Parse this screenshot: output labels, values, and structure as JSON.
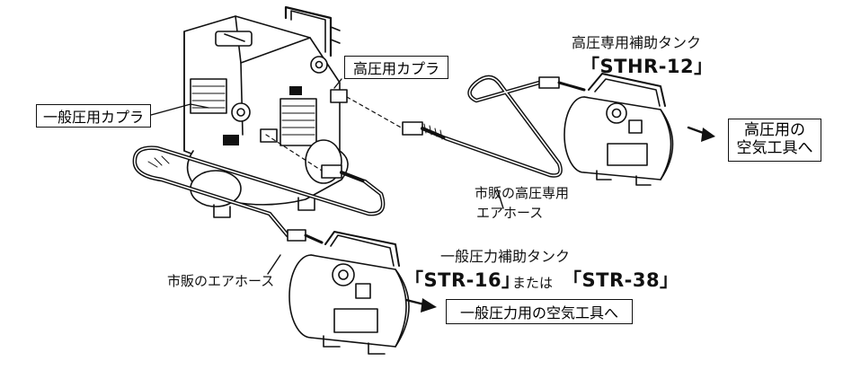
{
  "labels": {
    "general_coupler": "一般圧用カプラ",
    "high_coupler": "高圧用カプラ",
    "high_tank_title": "高圧専用補助タンク",
    "high_tank_model": "「STHR-12」",
    "high_tool_line1": "高圧用の",
    "high_tool_line2": "空気工具へ",
    "high_hose_line1": "市販の高圧専用",
    "high_hose_line2": "エアホース",
    "general_tank_title": "一般圧力補助タンク",
    "general_tank_model_a": "「STR-16」",
    "general_tank_or": "または",
    "general_tank_model_b": "「STR-38」",
    "general_hose": "市販のエアホース",
    "general_tool": "一般圧力用の空気工具へ"
  },
  "colors": {
    "line": "#111111",
    "background": "#ffffff"
  }
}
